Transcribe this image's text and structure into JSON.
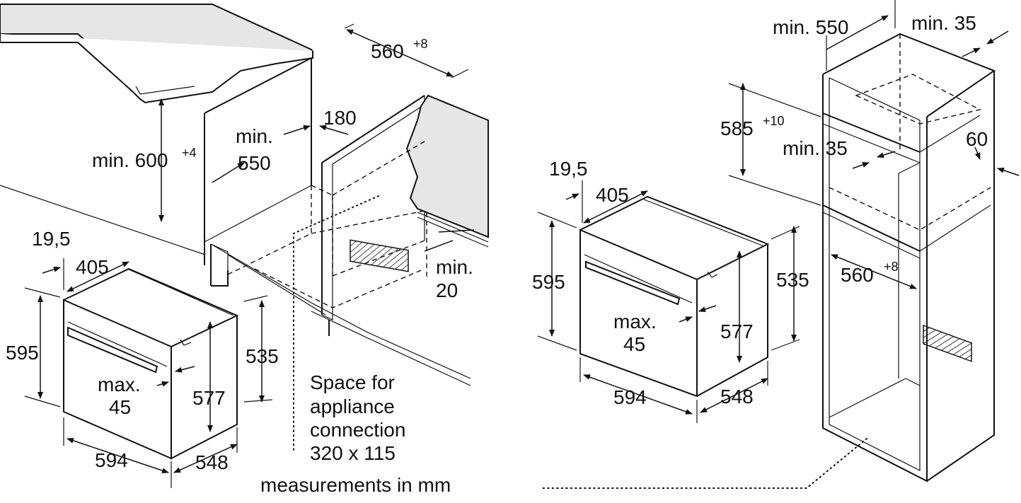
{
  "left_diagram": {
    "cabinet_width": "560",
    "cabinet_width_tolerance": "+8",
    "min_depth_prefix": "min.",
    "min_depth_value": "550",
    "connection_offset": "180",
    "min_height_prefix": "min. 600",
    "min_height_tolerance": "+4",
    "min_gap_prefix": "min.",
    "min_gap_value": "20",
    "depth_offset": "19,5",
    "front_depth": "405",
    "oven_height": "595",
    "oven_inner_height": "535",
    "oven_body_height": "577",
    "handle_prefix": "max.",
    "handle_value": "45",
    "oven_width": "594",
    "oven_depth": "548",
    "space_note": [
      "Space for",
      "appliance",
      "connection",
      "320 x 115"
    ],
    "measurements_note": "measurements in mm"
  },
  "right_diagram": {
    "min_depth": "min. 550",
    "min_side": "min. 35",
    "niche_height": "585",
    "niche_height_tolerance": "+10",
    "min_rear": "min. 35",
    "rear_gap": "60",
    "depth_offset": "19,5",
    "front_depth": "405",
    "oven_height": "595",
    "oven_inner_height": "535",
    "oven_body_height": "577",
    "handle_prefix": "max.",
    "handle_value": "45",
    "oven_width": "594",
    "oven_depth": "548",
    "niche_width": "560",
    "niche_width_tolerance": "+8"
  }
}
